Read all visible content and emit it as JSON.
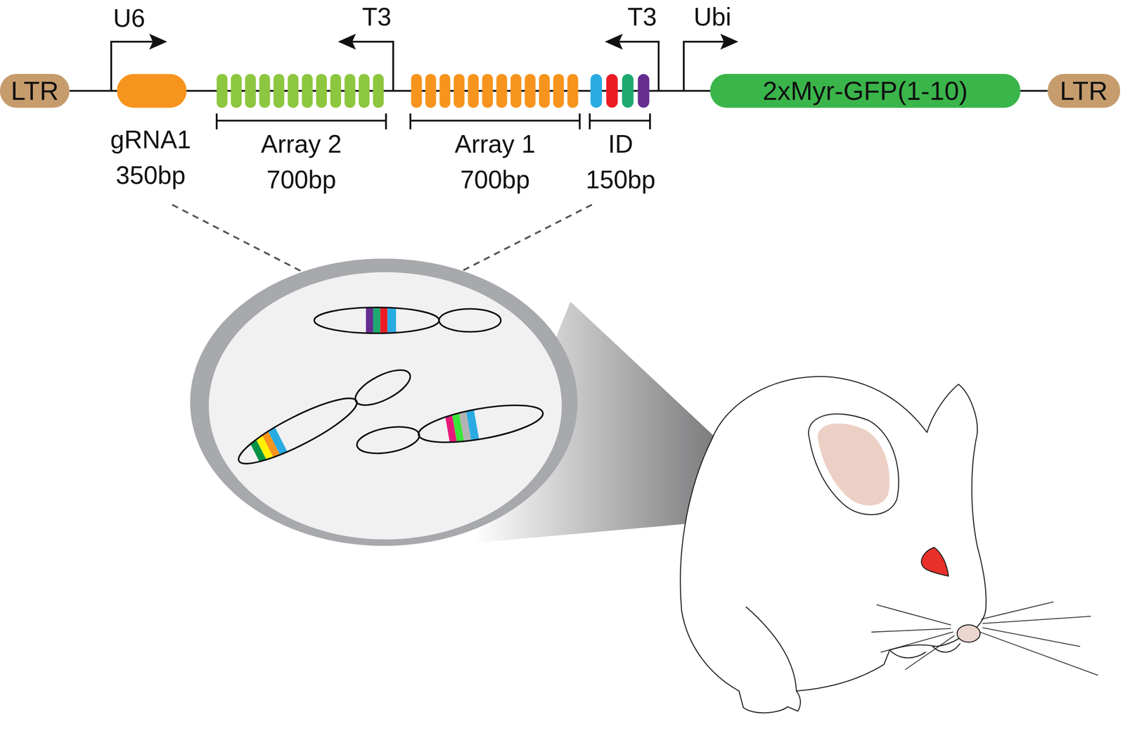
{
  "diagram": {
    "nodes": [
      {
        "text": [
          "LTR"
        ]
      },
      {
        "text": [
          "2xMyr-GFP(1-10)"
        ]
      },
      {
        "text": [
          "LTR"
        ]
      }
    ],
    "edges": [
      {
        "from": 0,
        "to": 1,
        "arrow": "none"
      },
      {
        "from": 1,
        "to": 2,
        "arrow": "none"
      }
    ],
    "labels": [
      "U6",
      "T3",
      "T3",
      "Ubi",
      "gRNA1",
      "350bp",
      "Array 2",
      "700bp",
      "Array 1",
      "700bp",
      "ID",
      "150bp"
    ]
  }
}
